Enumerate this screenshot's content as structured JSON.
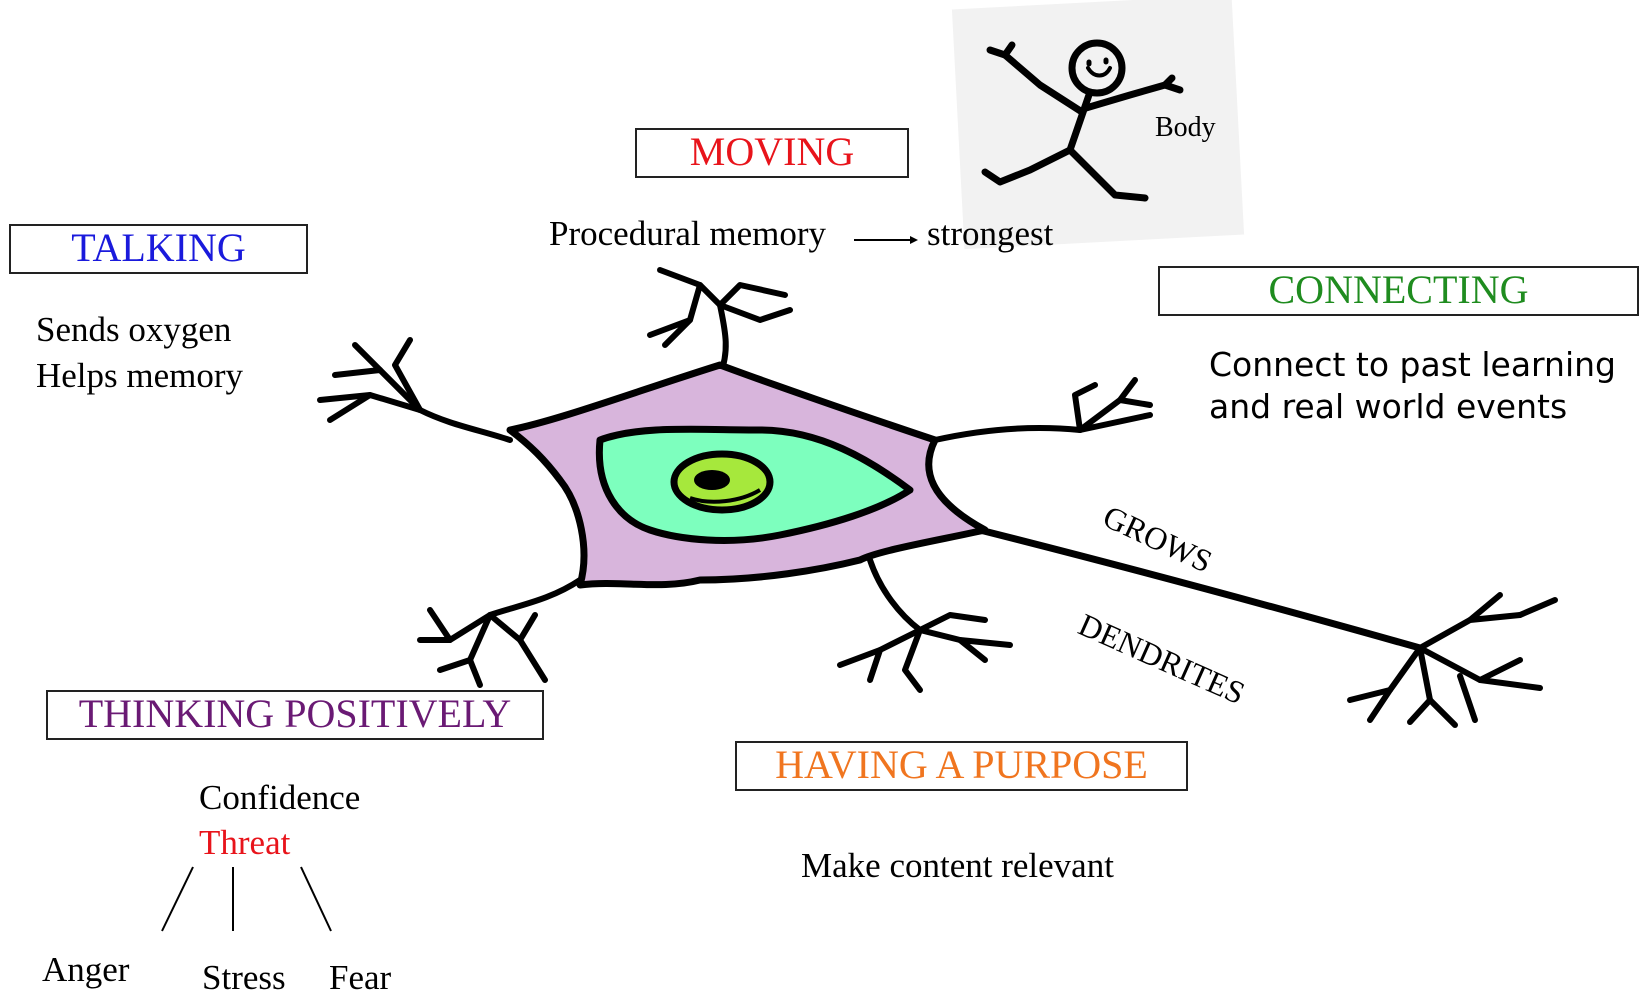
{
  "moving": {
    "label": "MOVING",
    "color": "#e8141b",
    "note_left": "Procedural memory",
    "note_right": "strongest"
  },
  "body_label": "Body",
  "talking": {
    "label": "TALKING",
    "color": "#1a1adc",
    "lines": [
      "Sends oxygen",
      "Helps memory"
    ]
  },
  "connecting": {
    "label": "CONNECTING",
    "color": "#1f8c1f",
    "lines": [
      "Connect to past learning",
      "and real world events"
    ]
  },
  "thinking": {
    "label": "THINKING POSITIVELY",
    "color": "#6a1a74",
    "confidence": "Confidence",
    "threat": "Threat",
    "threat_color": "#e8141b",
    "branches": [
      "Anger",
      "Stress",
      "Fear"
    ]
  },
  "purpose": {
    "label": "HAVING A PURPOSE",
    "color": "#f0751f",
    "note": "Make content relevant"
  },
  "neuron": {
    "grows": "GROWS",
    "dendrites": "DENDRITES",
    "body_color": "#d8b5dc",
    "nucleus_color": "#7dffbe",
    "nucleolus_color": "#a6e83c"
  }
}
